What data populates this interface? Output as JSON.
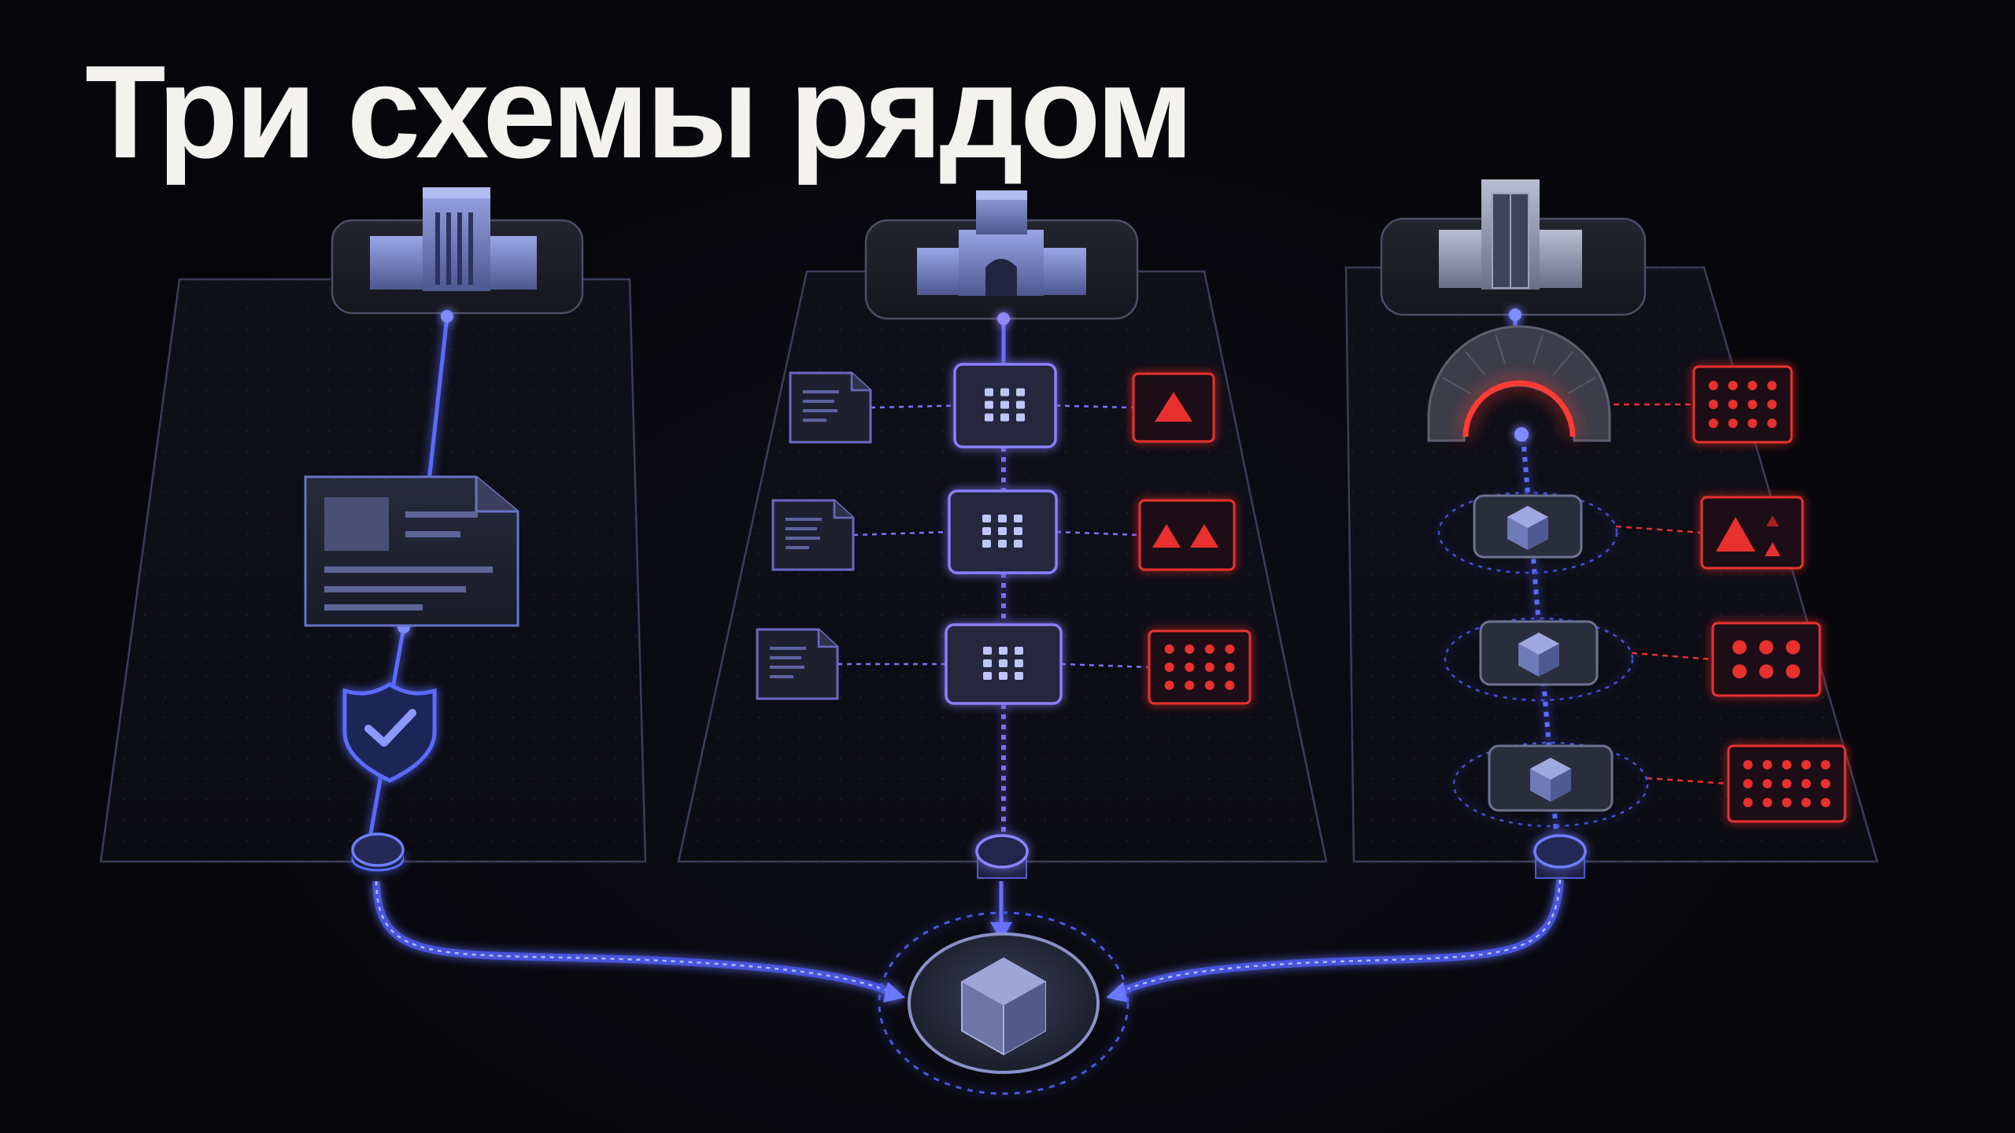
{
  "title": "Три схемы рядом",
  "colors": {
    "background": "#07070b",
    "title": "#f4f2ee",
    "flow_blue": "#4d63ff",
    "flow_violet": "#7b6bff",
    "risk_red": "#e8302e",
    "panel_stroke": "#3b3f5c"
  },
  "panels": [
    {
      "id": "left",
      "icons": [
        "office-building-icon",
        "document-icon",
        "shield-check-icon",
        "connector-node-icon"
      ],
      "rows": 0
    },
    {
      "id": "center",
      "icons": [
        "gateway-building-icon",
        "document-icon",
        "grid-module-icon",
        "alert-icon",
        "connector-node-icon"
      ],
      "rows": [
        {
          "left": "document-icon",
          "middle": "grid-module-icon",
          "right": "alert-one-triangle-icon"
        },
        {
          "left": "document-icon",
          "middle": "grid-module-icon",
          "right": "alert-two-triangles-icon"
        },
        {
          "left": "document-icon",
          "middle": "grid-module-icon",
          "right": "alert-dots-icon"
        }
      ]
    },
    {
      "id": "right",
      "icons": [
        "tower-building-icon",
        "arch-gate-icon",
        "cube-node-icon",
        "alert-icon",
        "connector-node-icon"
      ],
      "rows": [
        {
          "left": "cube-node-icon",
          "right": "alert-dots-icon"
        },
        {
          "left": "cube-node-icon",
          "right": "alert-triangles-icon"
        },
        {
          "left": "cube-node-icon",
          "right": "alert-dots-icon"
        },
        {
          "left": "cube-node-icon",
          "right": "alert-dots-icon"
        }
      ]
    }
  ],
  "hub": {
    "icon": "hub-cube-icon"
  }
}
